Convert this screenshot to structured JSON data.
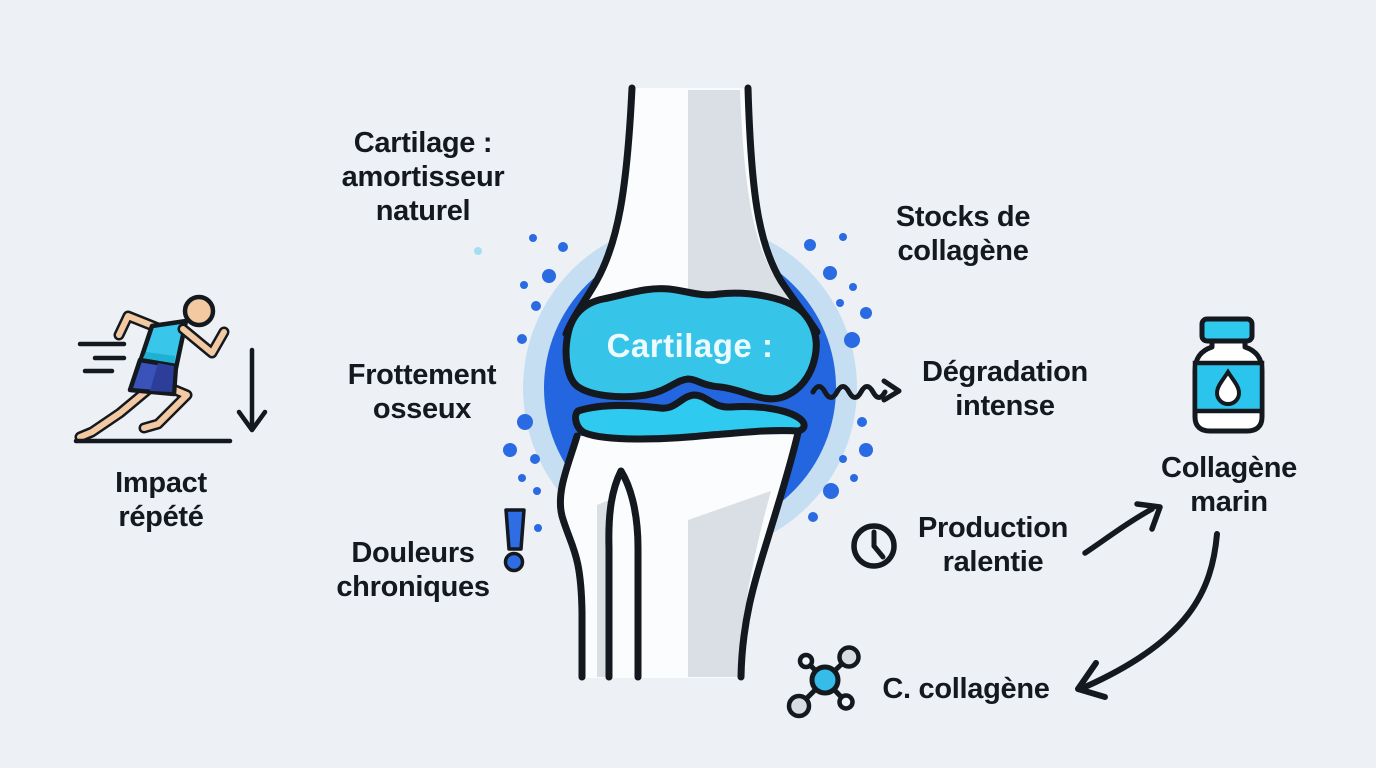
{
  "labels": {
    "cartilage_amortisseur": [
      "Cartilage :",
      "amortisseur",
      "naturel"
    ],
    "stocks_collagene": [
      "Stocks de",
      "collagène"
    ],
    "frottement_osseux": [
      "Frottement",
      "osseux"
    ],
    "degradation_intense": [
      "Dégradation",
      "intense"
    ],
    "impact_repete": [
      "Impact",
      "répété"
    ],
    "douleurs_chroniques": [
      "Douleurs",
      "chroniques"
    ],
    "production_ralentie": [
      "Production",
      "ralentie"
    ],
    "collagene_marin": [
      "Collagène",
      "marin"
    ],
    "c_collagene": "C. collagène",
    "joint_cartilage": "Cartilage :"
  },
  "icons": {
    "runner-icon": "🏃",
    "down-arrow-icon": "↓",
    "speed-lines-icon": "≡",
    "exclamation-icon": "!",
    "clock-icon": "🕐",
    "wavy-arrow-icon": "⇝",
    "curved-arrow-up-icon": "↗",
    "curved-arrow-down-icon": "↙",
    "pill-bottle-icon": "⌂",
    "molecule-icon": "⚛",
    "knee-joint-illustration": "knee joint with cartilage",
    "collagen-dots": "••"
  },
  "colors": {
    "background": "#edf1f5",
    "ink": "#14181f",
    "accent_blue": "#2a6ae3",
    "deep_blue_circle": "#2366e0",
    "cyan_cartilage": "#36c4e9",
    "cyan_band": "#2fcaef",
    "halo_blue": "#c6def1",
    "bone_gray": "#d9dfe5",
    "skin": "#f3c9a2",
    "shirt_cyan": "#38c6ea",
    "shirt_teal": "#1fb0d4",
    "shorts_blue": "#3a53bb",
    "shorts_dark": "#2c3e9a",
    "joint_text": "#ecfbff",
    "node_gray": "#d7dce1"
  }
}
